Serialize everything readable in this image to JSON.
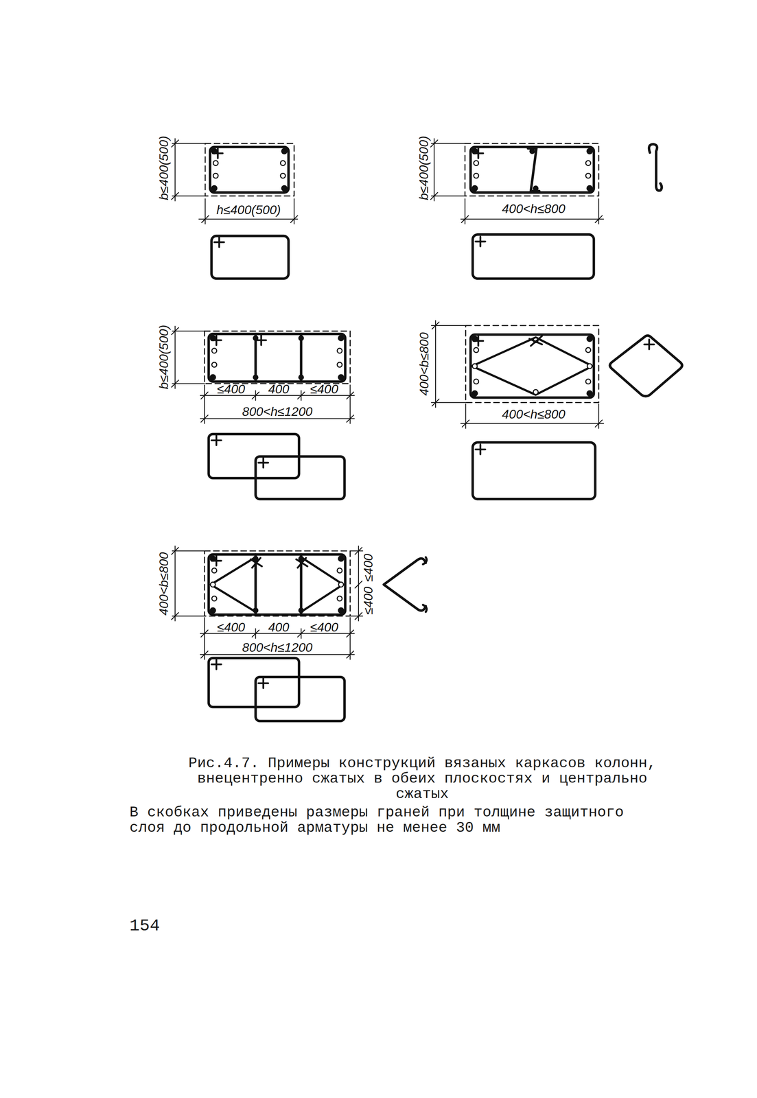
{
  "diagram": {
    "caption": "Рис.4.7. Примеры конструкций вязаных каркасов колонн, внецентренно сжатых в обеих плоскостях и центрально сжатых",
    "labels": [
      "b≤400(500)",
      "h≤400(500)",
      "b≤400(500)",
      "400<h≤800",
      "b≤400(500)",
      "≤400",
      "400",
      "≤400",
      "800<h≤1200",
      "400<b≤800",
      "400<h≤800",
      "400<b≤800",
      "≤400",
      "≤400",
      "≤400",
      "400",
      "≤400",
      "800<h≤1200",
      "В скобках приведены размеры граней при толщине защитного слоя до продольной арматуры не менее 30 мм",
      "154"
    ]
  }
}
